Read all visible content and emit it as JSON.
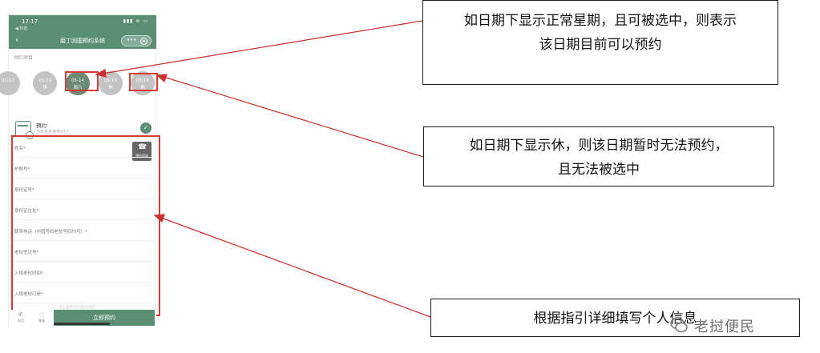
{
  "status_bar": {
    "time": "17:17",
    "carrier": "◀ 抖音",
    "icons": "▮▮▮ ≋ ▭"
  },
  "nav_bar": {
    "back": "‹",
    "title": "磨丁回国预约系统",
    "more": "•••"
  },
  "booking": {
    "section_label": "预约项目",
    "dates": [
      {
        "date": "05-12",
        "weekday": "",
        "state": "partial"
      },
      {
        "date": "05-13",
        "weekday": "休",
        "state": "closed"
      },
      {
        "date": "05-14",
        "weekday": "周六",
        "state": "selected"
      },
      {
        "date": "05-15",
        "weekday": "休",
        "state": "closed"
      },
      {
        "date": "05-16",
        "weekday": "休",
        "state": "closed"
      }
    ],
    "service": {
      "title": "预约",
      "subtitle": "当日最多接待50人",
      "check": "✓"
    },
    "notice": {
      "icon": "☎",
      "label": "预约须知"
    }
  },
  "form": {
    "fields": [
      {
        "label": "姓名*"
      },
      {
        "label": "护照号*"
      },
      {
        "label": "身份证号*"
      },
      {
        "label": "身份证住址*"
      },
      {
        "label": "联系电话（中国号码老挝号码均可）*"
      },
      {
        "label": "老挝签证号*"
      },
      {
        "label": "入境老挝时间*"
      },
      {
        "label": "入境老挝口岸*"
      }
    ],
    "tip": "点击查看预约须知须知"
  },
  "bottom_bar": {
    "phone_label": "电话",
    "chat_label": "客服",
    "submit_label": "立即预约"
  },
  "annotations": {
    "callout_1": {
      "line1": "如日期下显示正常星期，且可被选中，则表示",
      "line2": "该日期目前可以预约"
    },
    "callout_2": {
      "line1": "如日期下显示休，则该日期暂时无法预约，",
      "line2": "且无法被选中"
    },
    "callout_3": {
      "line1": "根据指引详细填写个人信息"
    }
  },
  "watermark": {
    "text": "老挝便民"
  },
  "colors": {
    "theme": "#5b8f74",
    "highlight": "#d83a3a",
    "date_disabled": "#c4c4c4",
    "date_selected": "#6d8a75"
  }
}
